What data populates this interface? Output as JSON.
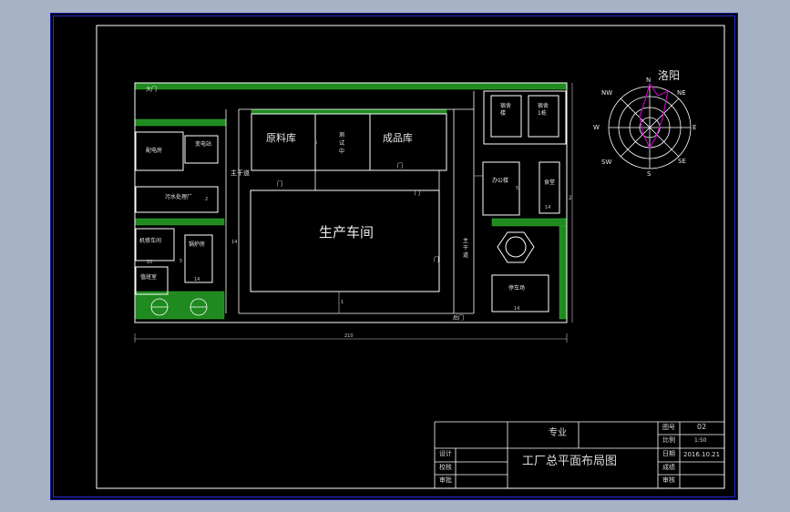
{
  "colors": {
    "background": "#a7b3c4",
    "sheet": "#000000",
    "frame": "#2b2bd6",
    "lines": "#ffffff",
    "green": "#1f8a1f",
    "dim": "#c8c8c8",
    "rose": "#c000c0",
    "titleblock": "#3a3ad0"
  },
  "rooms": {
    "raw_storage": "原料库",
    "finished_storage": "成品库",
    "workshop": "生产车间",
    "main_road_left": "主干道",
    "main_road_right_1": "主",
    "main_road_right_2": "干",
    "main_road_right_3": "道",
    "office": "办公楼",
    "center_a": "测",
    "center_b": "试",
    "center_c": "中",
    "distribution": "配电房",
    "water": "变电站",
    "sewage": "污水处理厂",
    "repair": "机修车间",
    "boiler": "锅炉房",
    "guard": "值班室",
    "dorm1": "宿舍",
    "dorm2": "宿舍",
    "dorm1_sub": "楼",
    "dorm2_sub": "1栋",
    "canteen": "食堂",
    "parking": "停车场",
    "gate_left": "大门",
    "gate_right": "后门",
    "door_a": "门",
    "door_b": "门",
    "door_c": "门",
    "door_d": "门"
  },
  "dims": {
    "overall": "210",
    "vert_right": "2",
    "d1": "5",
    "d2": "5",
    "d3": "1",
    "d4": "2",
    "d5": "14",
    "d6": "14",
    "d7": "20",
    "d8": "14",
    "d9": "5",
    "d10": "14"
  },
  "compass": {
    "city": "洛阳",
    "N": "N",
    "NE": "NE",
    "E": "E",
    "SE": "SE",
    "S": "S",
    "SW": "SW",
    "W": "W",
    "NW": "NW"
  },
  "titleblock": {
    "major": "专业",
    "drawing_title": "工厂总平面布局图",
    "designer": "设计",
    "proofreader": "校核",
    "approver": "审批",
    "sheet_label": "图号",
    "sheet_value": "02",
    "scale_label": "比例",
    "scale_value": "1:50",
    "date_label": "日期",
    "date_value": "2016.10.21",
    "score_label": "成绩",
    "score_value": "",
    "review_label": "审核",
    "review_value": ""
  }
}
